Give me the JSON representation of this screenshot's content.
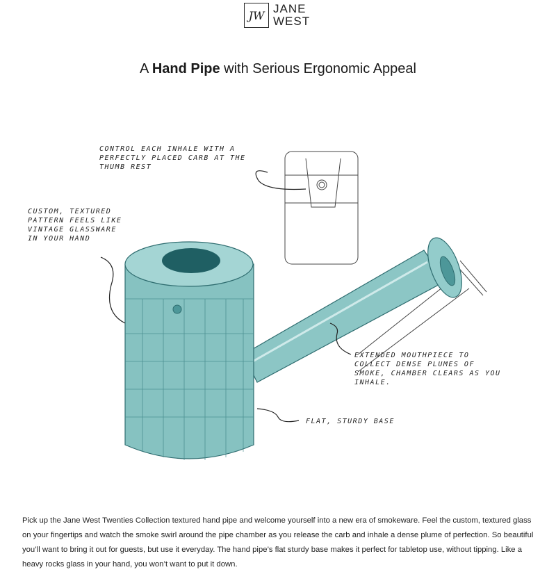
{
  "brand": {
    "logo_monogram": "JW",
    "name_line1": "JANE",
    "name_line2": "WEST"
  },
  "title": {
    "prefix": "A ",
    "bold": "Hand Pipe",
    "suffix": " with Serious Ergonomic Appeal"
  },
  "annotations": {
    "carb": "Control each inhale with a perfectly placed carb at the thumb rest",
    "pattern": "Custom, textured pattern feels like vintage glassware in your hand",
    "mouthpiece": "Extended mouthpiece to collect dense plumes of smoke, chamber clears as you inhale.",
    "base": "Flat, sturdy base"
  },
  "colors": {
    "glass": "#7fbcbc",
    "glass_dark": "#3f8588"
  },
  "description": "Pick up the Jane West Twenties Collection textured hand pipe and welcome yourself into a new era of smokeware. Feel the custom, textured glass on your fingertips and watch the smoke swirl around the pipe chamber as you release the carb and inhale a dense plume of perfection.  So beautiful you’ll want to bring it out for guests, but use it everyday. The hand pipe’s flat sturdy base makes it perfect for tabletop use, without tipping.  Like a heavy rocks glass in your hand, you won’t want to put it down."
}
